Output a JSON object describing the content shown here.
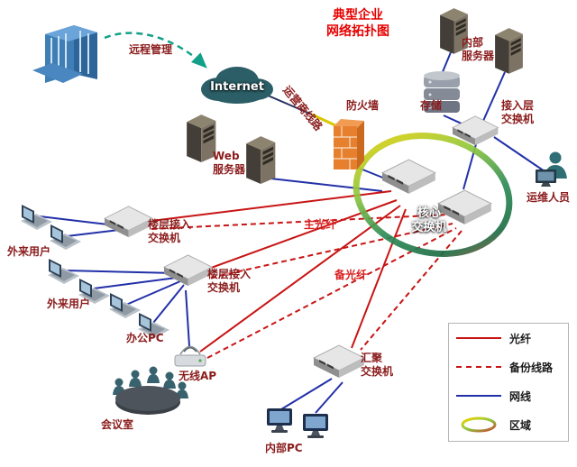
{
  "title": {
    "line1": "典型企业",
    "line2": "网络拓扑图"
  },
  "labels": {
    "remote_mgmt": "远程管理",
    "internet": "Internet",
    "internal_server": "内部\n服务器",
    "storage": "存储",
    "access_switch": "接入层\n交换机",
    "ops_person": "运维人员",
    "carrier_line": "运营商线路",
    "firewall": "防火墙",
    "web_server": "Web\n服务器",
    "core_switch": "核心\n交换机",
    "floor_switch_1": "楼层接入\n交换机",
    "floor_switch_2": "楼层接入\n交换机",
    "external_user_1": "外来用户",
    "external_user_2": "外来用户",
    "office_pc": "办公PC",
    "wireless_ap": "无线AP",
    "meeting_room": "会议室",
    "aggregation_switch": "汇聚\n交换机",
    "internal_pc": "内部PC",
    "main_fiber": "主光纤",
    "backup_fiber": "备光纤"
  },
  "legend": {
    "items": [
      {
        "label": "光纤",
        "type": "fiber-solid-red"
      },
      {
        "label": "备份线路",
        "type": "backup-dashed-red"
      },
      {
        "label": "网线",
        "type": "cable-solid-blue"
      },
      {
        "label": "区域",
        "type": "zone-ring"
      }
    ]
  },
  "colors": {
    "fiber": "#c81414",
    "backup_line": "#c81414",
    "network_cable": "#2230a8",
    "carrier_segment": "#d8c800",
    "remote_arrow": "#12a089",
    "title_text": "#e60000",
    "label_text": "#8b1c1c",
    "internet_cloud": "#2b5e66",
    "firewall_box": "#e67f2e"
  }
}
